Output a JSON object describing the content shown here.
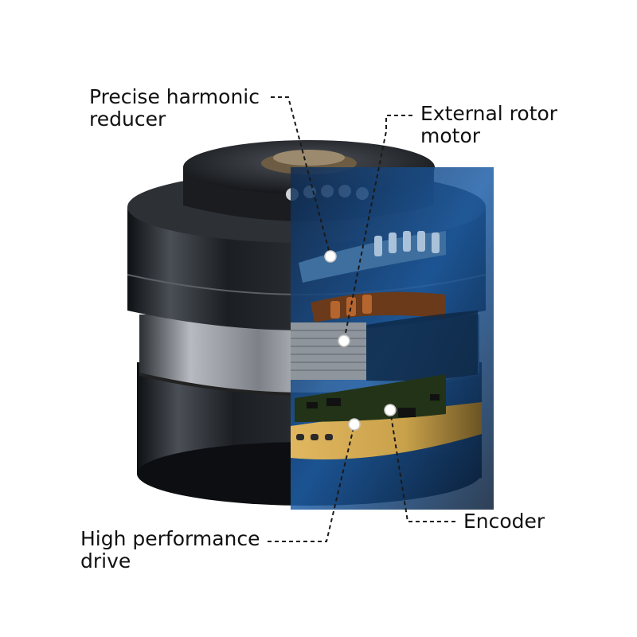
{
  "callouts": {
    "reducer": {
      "line1": "Precise harmonic",
      "line2": "reducer"
    },
    "motor": {
      "line1": "External rotor",
      "line2": "motor"
    },
    "encoder": {
      "line1": "Encoder"
    },
    "drive": {
      "line1": "High performance",
      "line2": "drive"
    }
  },
  "colors": {
    "housing_dark": "#141619",
    "housing_mid": "#3b3f45",
    "housing_light": "#8a8e94",
    "cutaway_blue": "#1e5fa8",
    "copper": "#b5652e",
    "pcb_gold": "#c9a14a",
    "leader_line": "#1a1a1a",
    "marker_dot": "#ffffff"
  }
}
